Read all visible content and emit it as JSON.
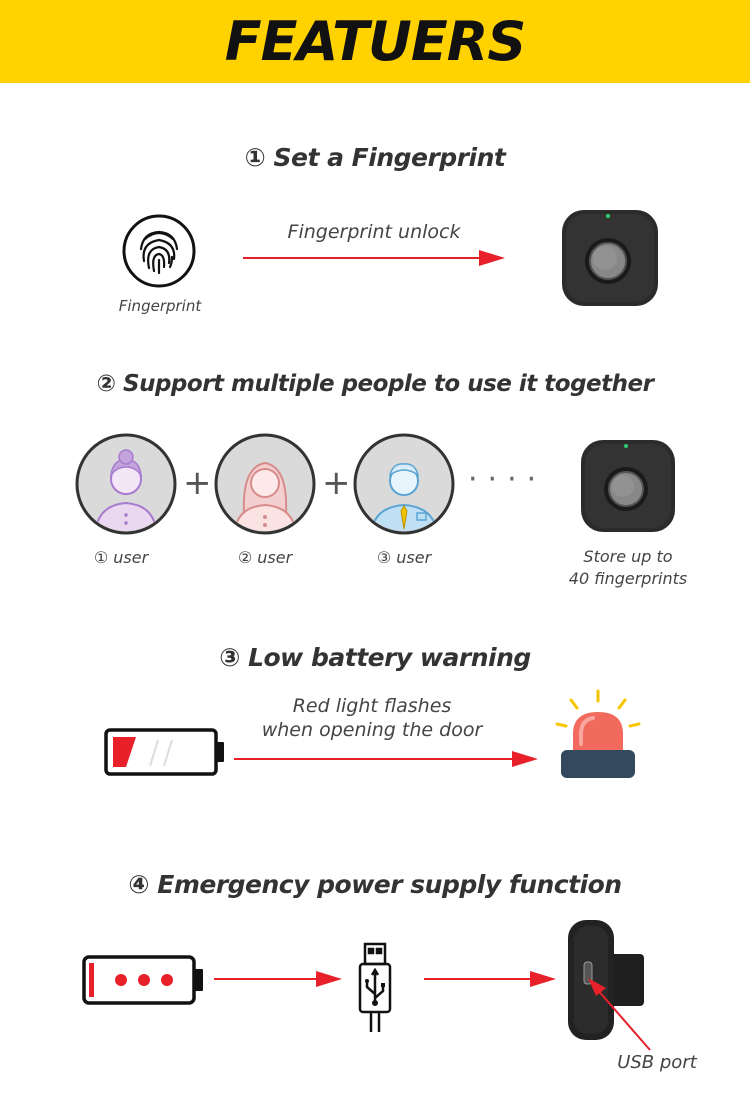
{
  "header": {
    "title": "FEATUERS"
  },
  "section1": {
    "title": "① Set a Fingerprint",
    "fingerprint_label": "Fingerprint",
    "arrow_label": "Fingerprint unlock"
  },
  "section2": {
    "title": "② Support multiple people to use it together",
    "users": [
      "① user",
      "② user",
      "③ user"
    ],
    "plus": "+",
    "store_line1": "Store up to",
    "store_line2": "40 fingerprints"
  },
  "section3": {
    "title": "③ Low battery warning",
    "arrow_line1": "Red light flashes",
    "arrow_line2": "when opening the door"
  },
  "section4": {
    "title": "④ Emergency power supply function",
    "usb_port_label": "USB port"
  },
  "colors": {
    "banner": "#ffd200",
    "accent_red": "#e8202a",
    "device": "#2b2b2b"
  }
}
